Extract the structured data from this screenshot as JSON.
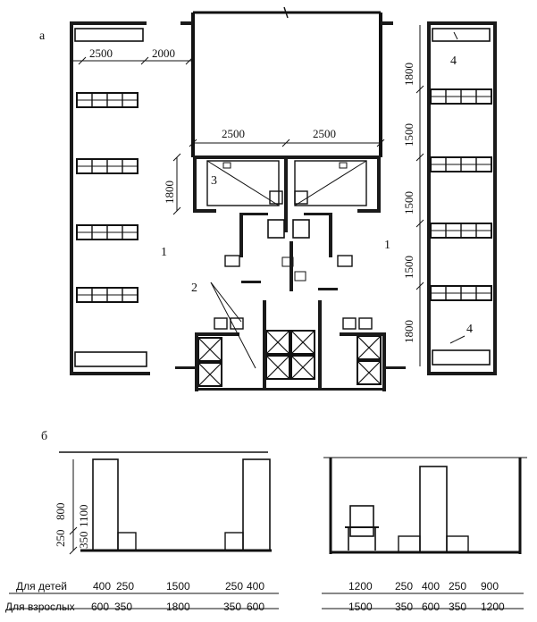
{
  "labels": {
    "part_a": "а",
    "part_b": "б",
    "zone_1": "1",
    "zone_2": "2",
    "zone_3": "3",
    "zone_4": "4"
  },
  "plan_dims": {
    "left_width": "2500",
    "gap": "2000",
    "top_left": "2500",
    "top_right": "2500",
    "wc_depth": "1800",
    "right_1": "1800",
    "right_2": "1500",
    "right_3": "1500",
    "right_4": "1500",
    "right_5": "1800"
  },
  "section_dims": {
    "h_1100": "1100",
    "h_800": "800",
    "h_350": "350",
    "h_250": "250"
  },
  "rows": {
    "children_label": "Для детей",
    "adults_label": "Для взрослых",
    "children_left": [
      "400",
      "250",
      "1500",
      "250",
      "400"
    ],
    "adults_left": [
      "600",
      "350",
      "1800",
      "350",
      "600"
    ],
    "children_right": [
      "1200",
      "250",
      "400",
      "250",
      "900"
    ],
    "adults_right": [
      "1500",
      "350",
      "600",
      "350",
      "1200"
    ]
  },
  "colors": {
    "ink": "#111111",
    "paper": "#ffffff"
  }
}
